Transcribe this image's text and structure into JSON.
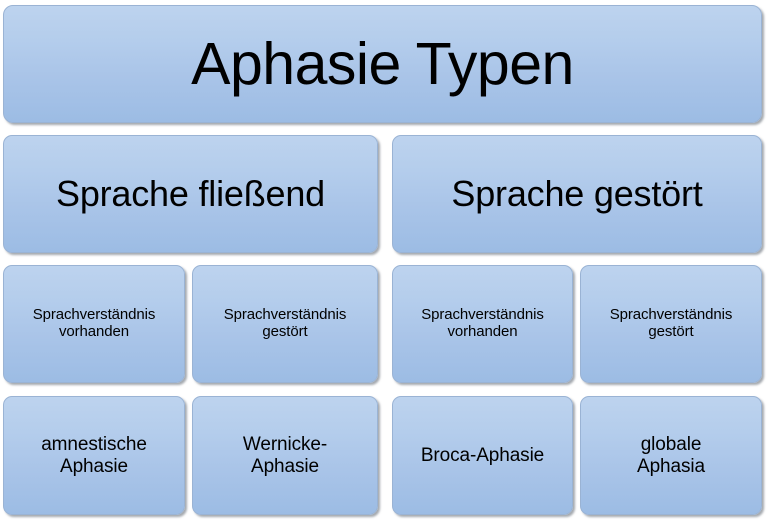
{
  "diagram": {
    "title": "Aphasie Typen",
    "background_color": "#ffffff",
    "node_fill_top": "#bdd3ee",
    "node_fill_bottom": "#9cbce4",
    "node_text_color": "#000000",
    "levels": {
      "title": {
        "label": "Aphasie Typen"
      },
      "branches": [
        {
          "label": "Sprache fließend"
        },
        {
          "label": "Sprache gestört"
        }
      ],
      "comprehension": [
        {
          "label": "Sprachverständnis\nvorhanden"
        },
        {
          "label": "Sprachverständnis\ngestört"
        },
        {
          "label": "Sprachverständnis\nvorhanden"
        },
        {
          "label": "Sprachverständnis\ngestört"
        }
      ],
      "types": [
        {
          "label": "amnestische\nAphasie"
        },
        {
          "label": "Wernicke-\nAphasie"
        },
        {
          "label": "Broca-Aphasie"
        },
        {
          "label": "globale\nAphasia"
        }
      ]
    }
  }
}
